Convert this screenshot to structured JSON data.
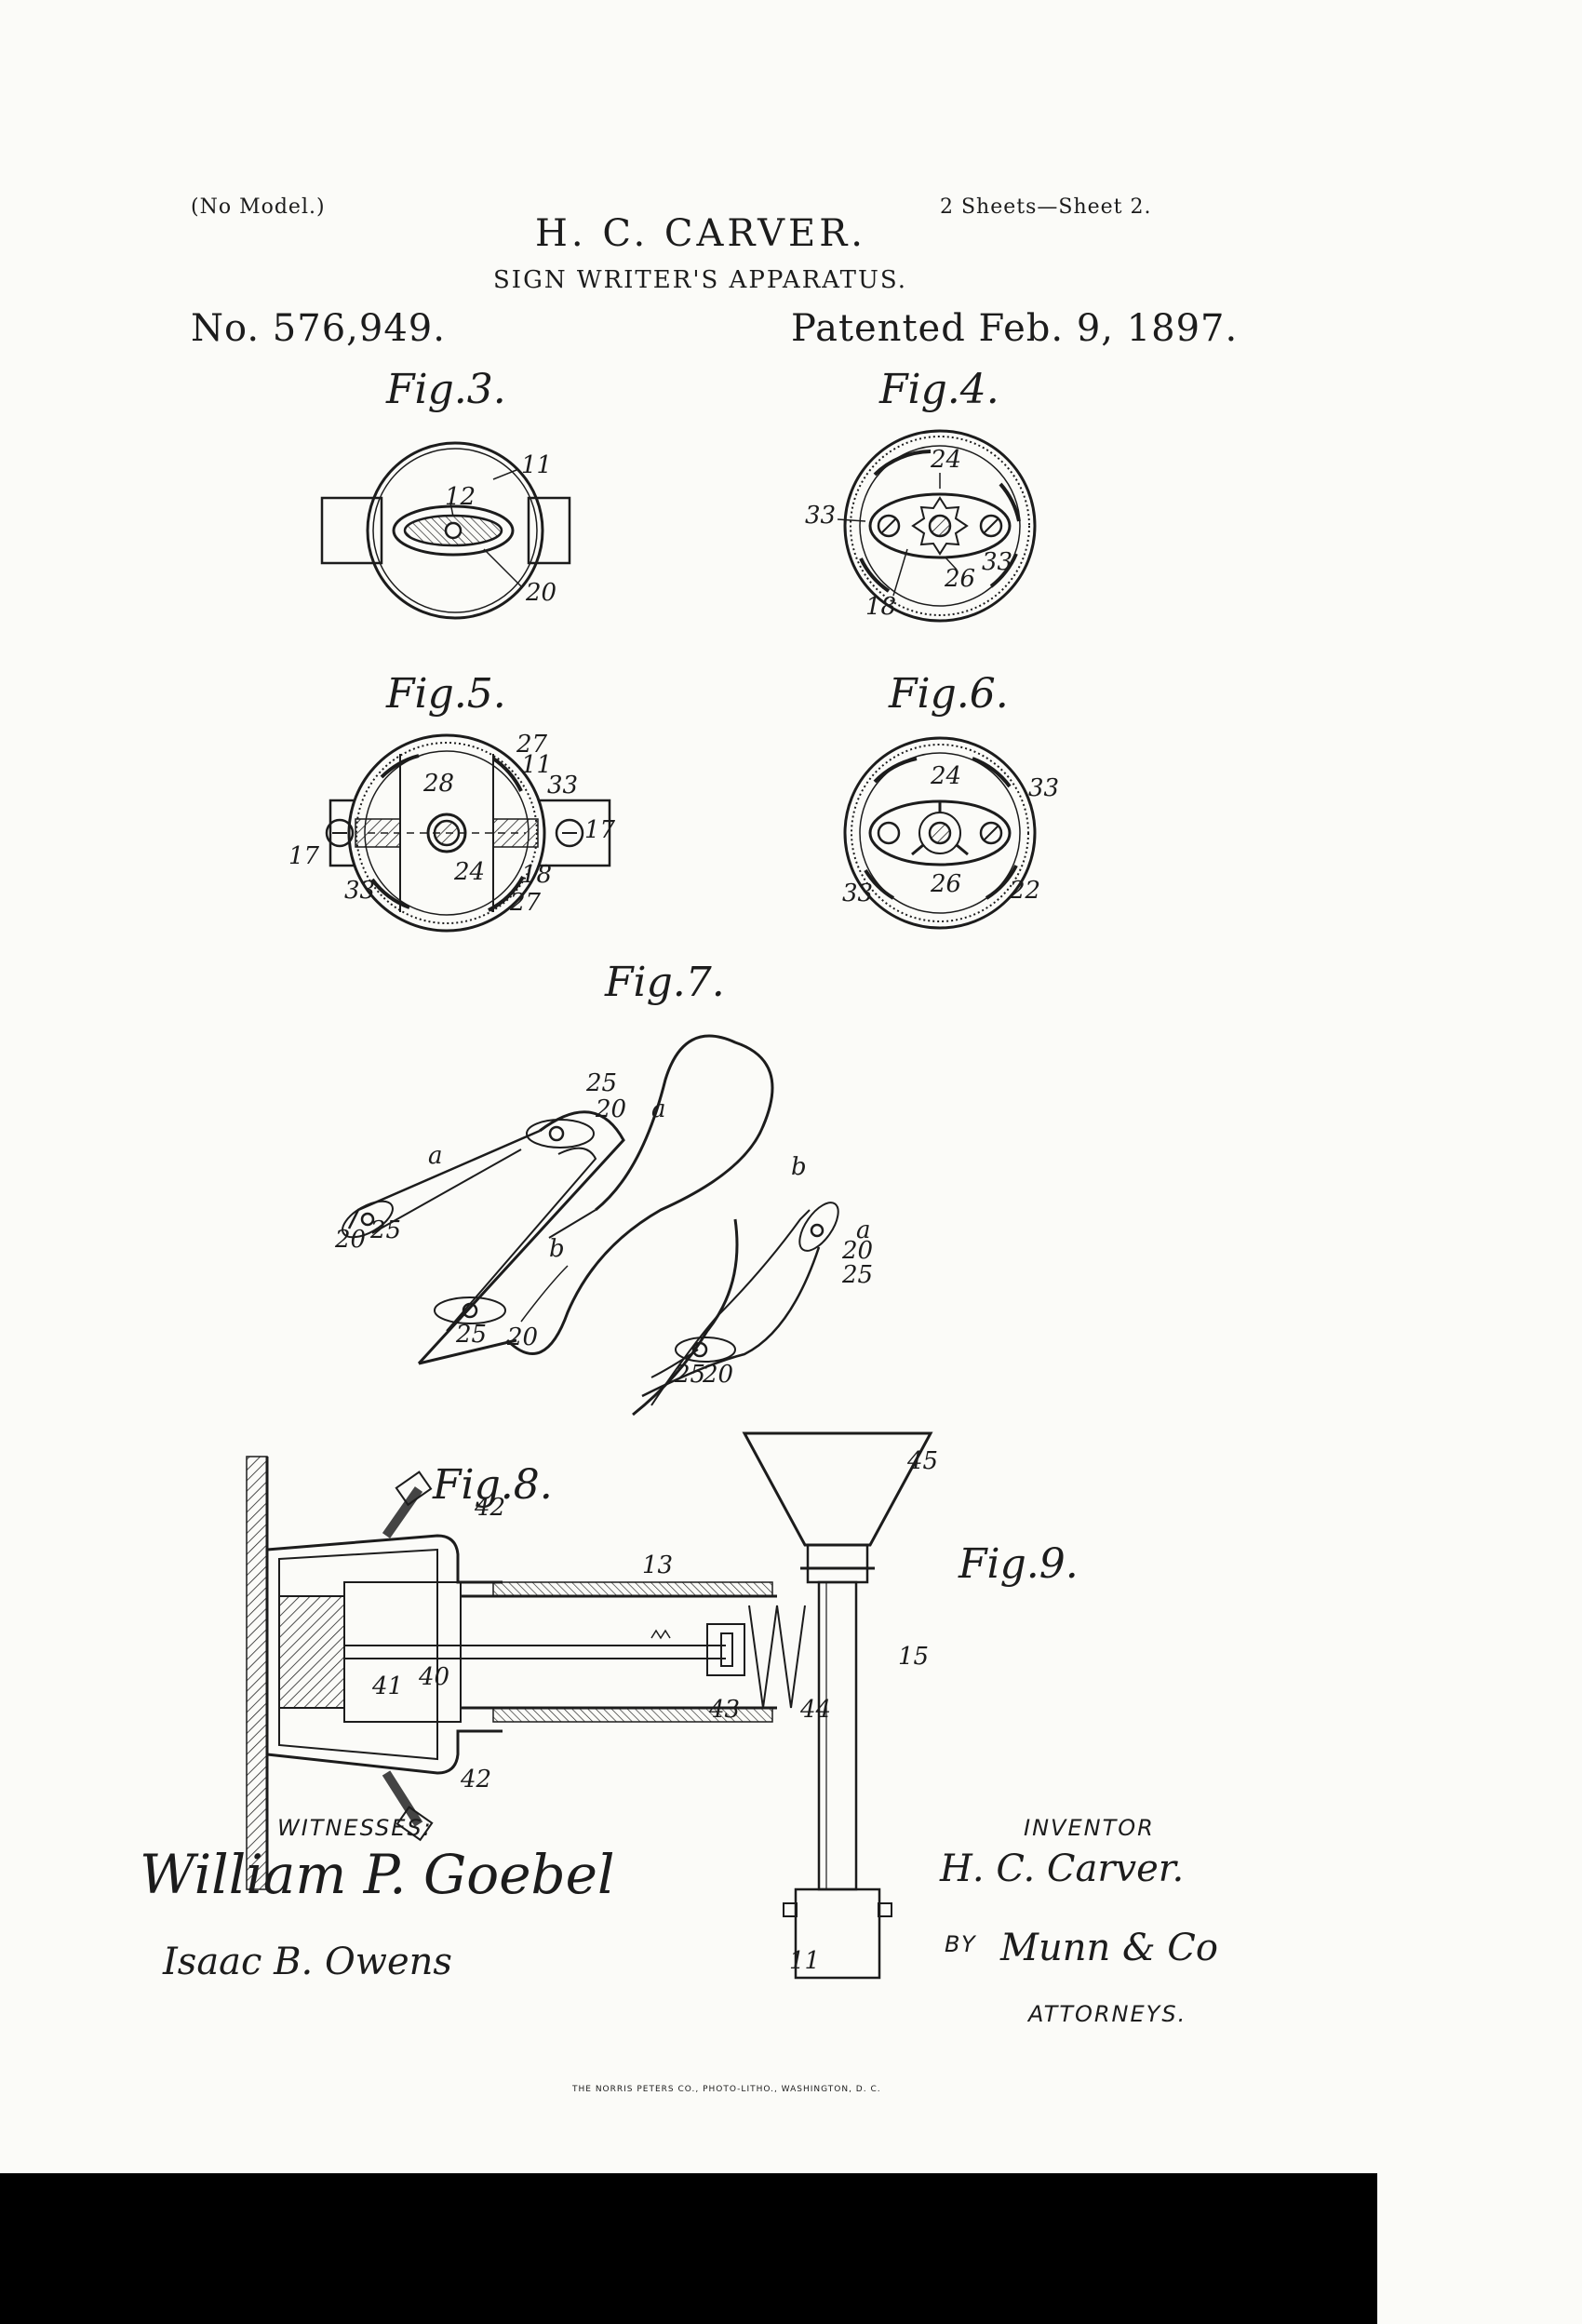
{
  "header": {
    "no_model": "(No Model.)",
    "sheets": "2 Sheets—Sheet 2.",
    "inventor_name": "H. C. CARVER.",
    "title": "SIGN WRITER'S APPARATUS.",
    "patent_no": "No. 576,949.",
    "patented": "Patented Feb. 9, 1897."
  },
  "figures": {
    "fig3": "Fig.3.",
    "fig4": "Fig.4.",
    "fig5": "Fig.5.",
    "fig6": "Fig.6.",
    "fig7": "Fig.7.",
    "fig8": "Fig.8.",
    "fig9": "Fig.9."
  },
  "labels": {
    "fig3": [
      "12",
      "11",
      "20"
    ],
    "fig4": [
      "24",
      "33",
      "26",
      "33",
      "18"
    ],
    "fig5": [
      "27",
      "28",
      "11",
      "33",
      "17",
      "17",
      "33",
      "24",
      "18",
      "27"
    ],
    "fig6": [
      "24",
      "33",
      "33",
      "26",
      "22"
    ],
    "fig7": [
      "25",
      "20",
      "a",
      "a",
      "b",
      "b",
      "20",
      "25",
      "25",
      "20",
      "a",
      "20",
      "25",
      "25",
      "20"
    ],
    "fig8": [
      "42",
      "13",
      "40",
      "41",
      "43",
      "44",
      "42"
    ],
    "fig9": [
      "45",
      "15",
      "11"
    ]
  },
  "signatures": {
    "witnesses_label": "WITNESSES:",
    "witness1": "William P. Goebel",
    "witness2": "Isaac B. Owens",
    "inventor_label": "INVENTOR",
    "inventor_sig": "H. C. Carver.",
    "by_label": "BY",
    "attorney_sig": "Munn & Co",
    "attorneys_label": "ATTORNEYS."
  },
  "footer": {
    "printer": "THE NORRIS PETERS CO., PHOTO-LITHO., WASHINGTON, D. C."
  }
}
